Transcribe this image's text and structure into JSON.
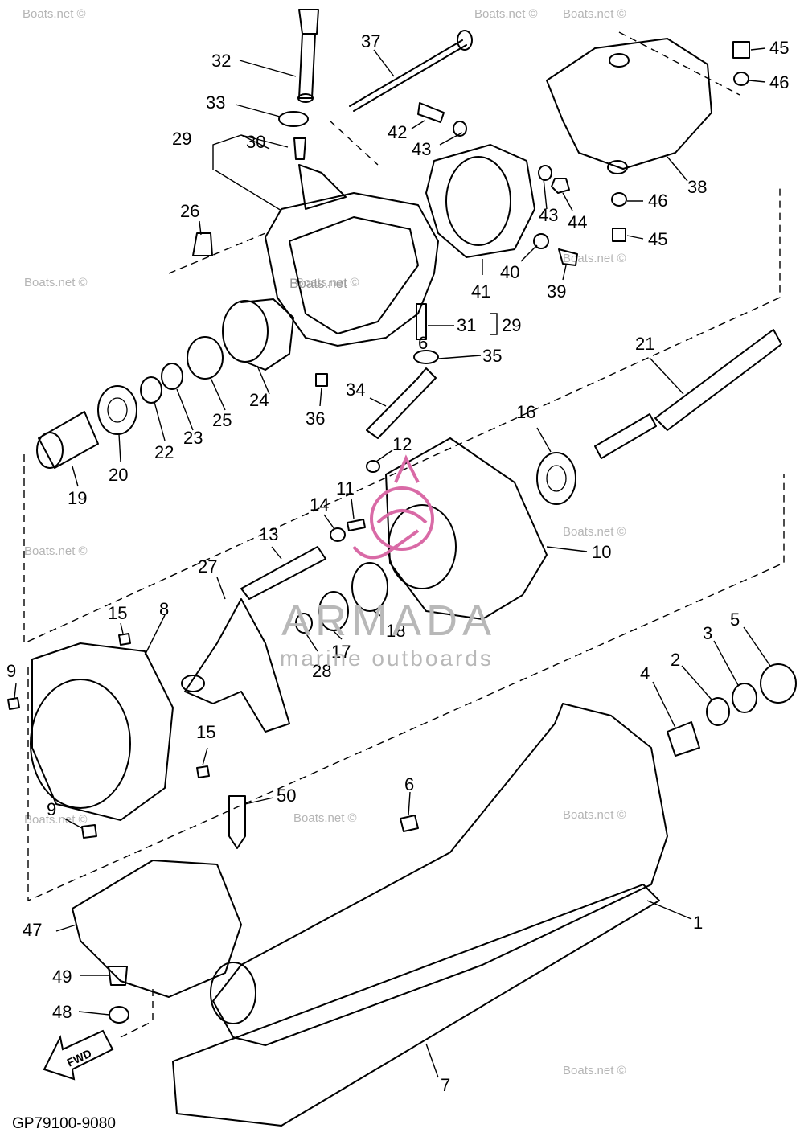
{
  "diagram": {
    "code": "GP79100-9080",
    "fwd_label": "FWD",
    "brand": {
      "name": "ARMADA",
      "tagline": "marine outboards",
      "accent_color": "#d96aa6"
    },
    "watermark_text": "Boats.net ©",
    "center_watermark": "Boats.net",
    "part_numbers": [
      "1",
      "2",
      "3",
      "4",
      "5",
      "6",
      "6",
      "7",
      "8",
      "9",
      "9",
      "10",
      "11",
      "12",
      "13",
      "14",
      "15",
      "15",
      "16",
      "17",
      "18",
      "19",
      "20",
      "21",
      "22",
      "23",
      "24",
      "25",
      "26",
      "27",
      "28",
      "29",
      "29",
      "30",
      "31",
      "32",
      "33",
      "34",
      "35",
      "36",
      "37",
      "38",
      "39",
      "40",
      "41",
      "42",
      "43",
      "43",
      "44",
      "45",
      "45",
      "46",
      "46",
      "47",
      "48",
      "49",
      "50"
    ]
  }
}
